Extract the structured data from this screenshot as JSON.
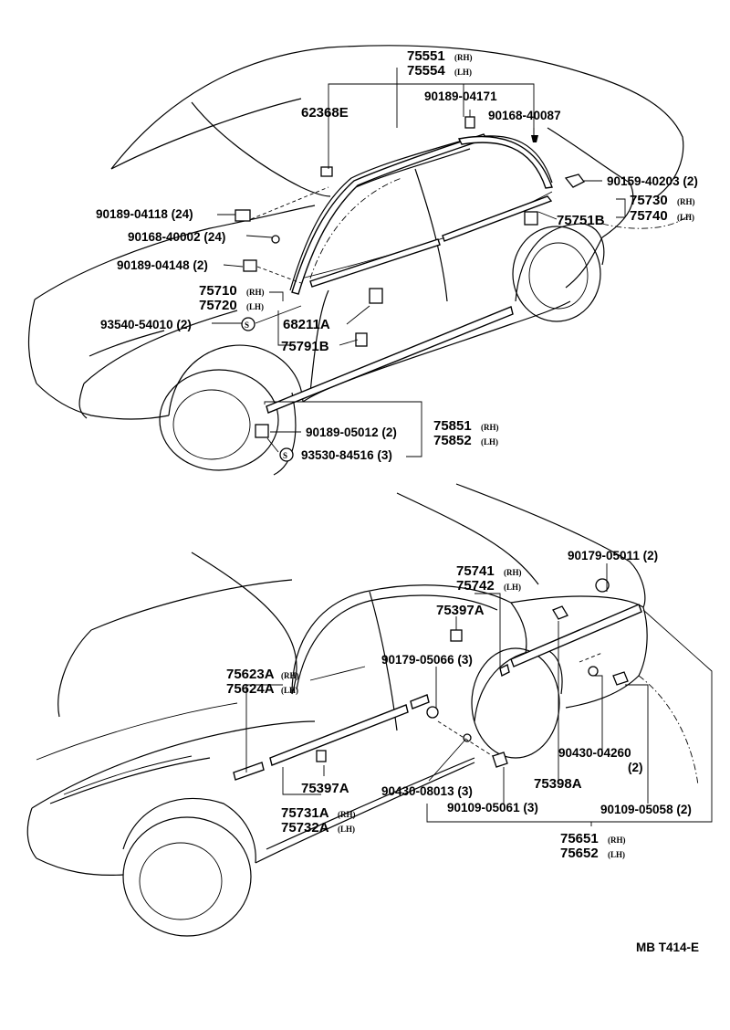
{
  "upper": {
    "labels": {
      "p75551": "75551",
      "p75551_rh": "(RH)",
      "p75554": "75554",
      "p75554_lh": "(LH)",
      "p62368E": "62368E",
      "p90189_04171": "90189-04171",
      "p90168_40087": "90168-40087",
      "p90159_40203": "90159-40203 (2)",
      "p75730": "75730",
      "p75730_rh": "(RH)",
      "p75740": "75740",
      "p75740_lh": "(LH)",
      "p75751B": "75751B",
      "p90189_04118": "90189-04118 (24)",
      "p90168_40002": "90168-40002 (24)",
      "p90189_04148": "90189-04148 (2)",
      "p75710": "75710",
      "p75710_rh": "(RH)",
      "p75720": "75720",
      "p75720_lh": "(LH)",
      "p93540_54010": "93540-54010 (2)",
      "s_marker1": "S",
      "p68211A": "68211A",
      "p75791B": "75791B",
      "p90189_05012": "90189-05012 (2)",
      "p75851": "75851",
      "p75851_rh": "(RH)",
      "p75852": "75852",
      "p75852_lh": "(LH)",
      "s_marker2": "S",
      "p93530_84516": "93530-84516 (3)"
    }
  },
  "lower": {
    "labels": {
      "p90179_05011": "90179-05011 (2)",
      "p75741": "75741",
      "p75741_rh": "(RH)",
      "p75742": "75742",
      "p75742_lh": "(LH)",
      "p75397A_top": "75397A",
      "p75623A": "75623A",
      "p75623A_rh": "(RH)",
      "p75624A": "75624A",
      "p75624A_lh": "(LH)",
      "p90179_05066": "90179-05066 (3)",
      "p90430_04260": "90430-04260",
      "p90430_04260_qty": "(2)",
      "p75397A_bot": "75397A",
      "p90430_08013": "90430-08013 (3)",
      "p75398A": "75398A",
      "p90109_05061": "90109-05061 (3)",
      "p90109_05058": "90109-05058 (2)",
      "p75731A": "75731A",
      "p75731A_rh": "(RH)",
      "p75732A": "75732A",
      "p75732A_lh": "(LH)",
      "p75651": "75651",
      "p75651_rh": "(RH)",
      "p75652": "75652",
      "p75652_lh": "(LH)"
    }
  },
  "footer": {
    "code": "MB T414-E"
  }
}
